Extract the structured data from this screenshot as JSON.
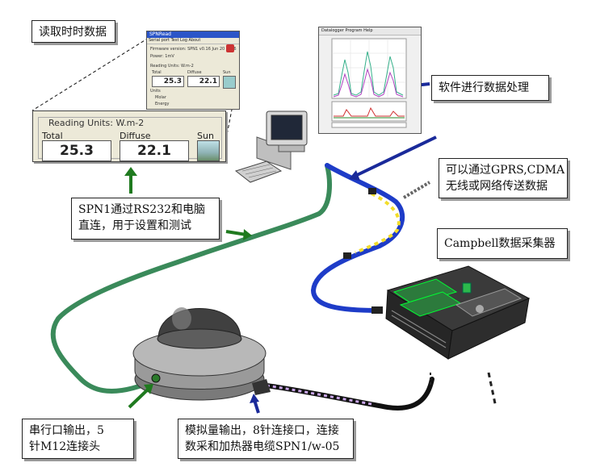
{
  "callouts": {
    "read_realtime": "读取时时数据",
    "software": "软件进行数据处理",
    "gprs_line1": "可以通过GPRS,CDMA",
    "gprs_line2": "无线或网络传送数据",
    "campbell": "Campbell数据采集器",
    "rs232_line1": "SPN1通过RS232和电脑",
    "rs232_line2": "直连，用于设置和测试",
    "serial_line1": "串行口输出，5",
    "serial_line2": "针M12连接头",
    "analog_line1": "模拟量输出，8针连接口，连接",
    "analog_line2": "数采和加热器电缆SPN1/w-05"
  },
  "reading_panel": {
    "title": "Reading Units: W.m-2",
    "total_label": "Total",
    "diffuse_label": "Diffuse",
    "sun_label": "Sun",
    "total_value": "25.3",
    "diffuse_value": "22.1"
  },
  "spnread_window": {
    "title": "SPNRead",
    "menu": "Serial port   Test   Log   About",
    "firmware": "Firmware version:  SPN1 v0.16 Jun 20 2006",
    "power": "Power:   1mV",
    "reading_units": "Reading Units: W.m-2",
    "total_label": "Total",
    "diffuse_label": "Diffuse",
    "sun_label": "Sun",
    "total_value": "25.3",
    "diffuse_value": "22.1",
    "units_label": "Units",
    "molar": "Molar",
    "energy": "Energy"
  },
  "software_window": {
    "tabs": "Datalogger   Program   Help"
  },
  "colors": {
    "green_cable": "#3a8a5a",
    "blue_cable": "#1e3cc8",
    "dark_blue_arrow": "#1a2a9a",
    "green_arrow": "#1f7a1f",
    "yellow_dash": "#f2dd2a",
    "black_cable": "#111111",
    "purple_dash": "#c9a6e8"
  }
}
